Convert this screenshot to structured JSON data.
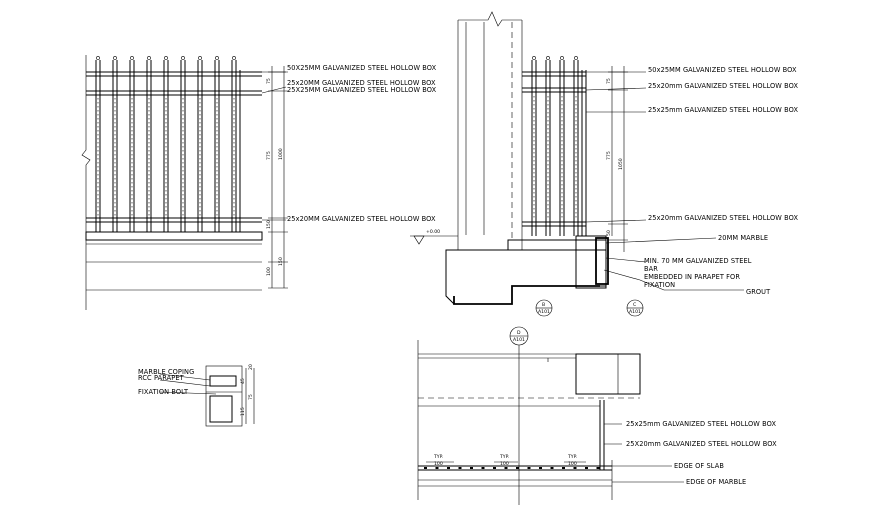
{
  "elevation_labels": {
    "box_50x25": "50X25MM GALVANIZED STEEL HOLLOW BOX",
    "box_25x20_top": "25x20MM GALVANIZED STEEL HOLLOW BOX",
    "box_25x25": "25X25MM GALVANIZED STEEL HOLLOW BOX",
    "box_25x20_bottom": "25x20MM GALVANIZED STEEL HOLLOW BOX"
  },
  "section_labels": {
    "box_50x25": "50x25MM GALVANIZED STEEL HOLLOW BOX",
    "box_25x20_top": "25x20mm GALVANIZED STEEL HOLLOW BOX",
    "box_25x25": "25x25mm GALVANIZED STEEL HOLLOW BOX",
    "box_25x20_bottom": "25x20mm GALVANIZED STEEL HOLLOW BOX",
    "marble": "20MM MARBLE",
    "bar_line1": "MIN. 70 MM GALVANIZED STEEL",
    "bar_line2": "BAR",
    "bar_line3": "EMBEDDED IN PARAPET FOR",
    "bar_line4": "FIXATION",
    "grout": "GROUT"
  },
  "detail_labels": {
    "marble_coping": "MARBLE COPING",
    "rcc_parapet": "RCC PARAPET",
    "fixation_bolt": "FIXATION BOLT"
  },
  "plan_labels": {
    "box_25x25": "25x25mm GALVANIZED STEEL HOLLOW BOX",
    "box_25x20": "25X20mm GALVANIZED STEEL HOLLOW BOX",
    "edge_of_slab": "EDGE OF SLAB",
    "edge_of_marble": "EDGE OF MARBLE",
    "typ": "TYP.",
    "typ_dim": "100"
  },
  "dimensions": {
    "elev_total": "1000",
    "elev_mid": "775",
    "elev_top": "75",
    "elev_low": "150",
    "elev_base1": "100",
    "elev_base2": "150",
    "sect_total": "1050",
    "sect_mid": "775",
    "sect_top": "75",
    "sect_low": "50",
    "detail_a": "45",
    "detail_b": "75",
    "detail_c": "115",
    "detail_d": "20",
    "level": "+0.00"
  },
  "section_markers": {
    "marker_a_top": "B",
    "marker_a_bottom": "A101",
    "marker_b_top": "C",
    "marker_b_bottom": "A101",
    "marker_c_top": "D",
    "marker_c_bottom": "A101"
  },
  "colors": {
    "ink": "#000000",
    "paper": "#ffffff"
  }
}
